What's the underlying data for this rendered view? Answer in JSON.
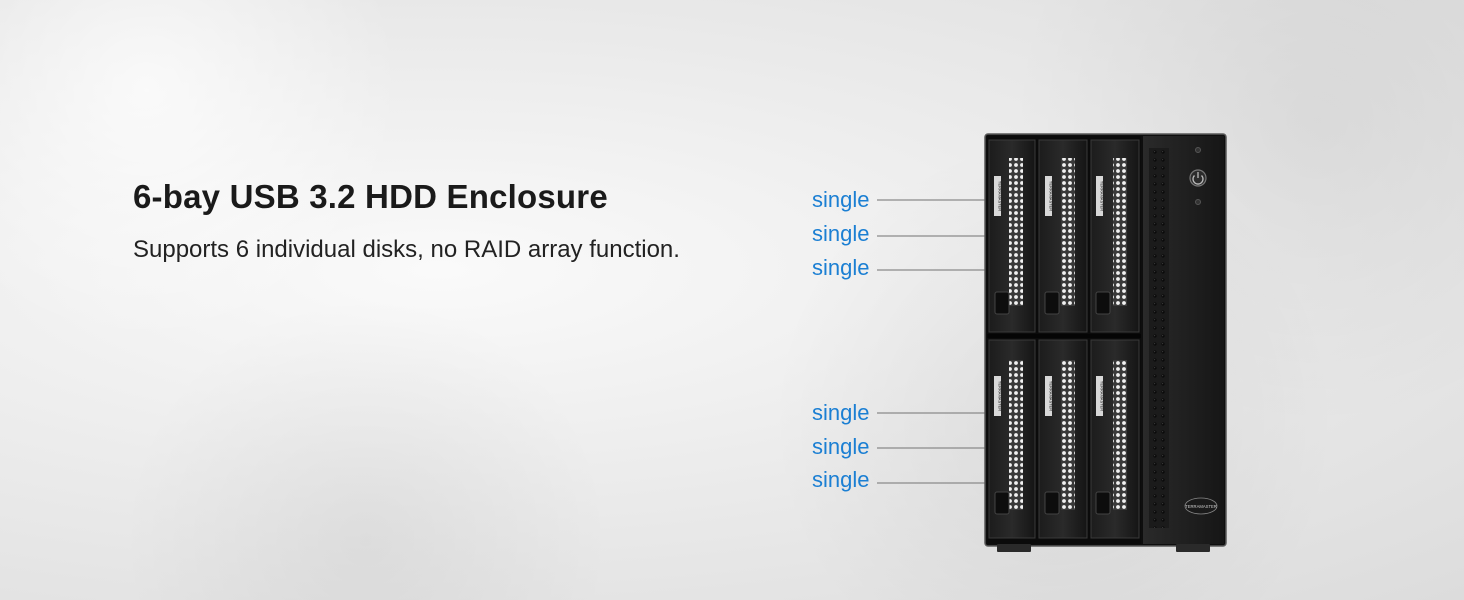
{
  "product": {
    "headline": "6-bay USB 3.2 HDD Enclosure",
    "description": "Supports 6 individual disks, no RAID array function."
  },
  "callouts": {
    "top": [
      "single",
      "single",
      "single"
    ],
    "bottom": [
      "single",
      "single",
      "single"
    ]
  },
  "brand": {
    "tray_text": "TERRAMASTER",
    "badge_text": "TERRAMASTER"
  },
  "colors": {
    "label": "#1b7fd3",
    "leader": "#8a8a8a",
    "chassis": "#141414"
  }
}
